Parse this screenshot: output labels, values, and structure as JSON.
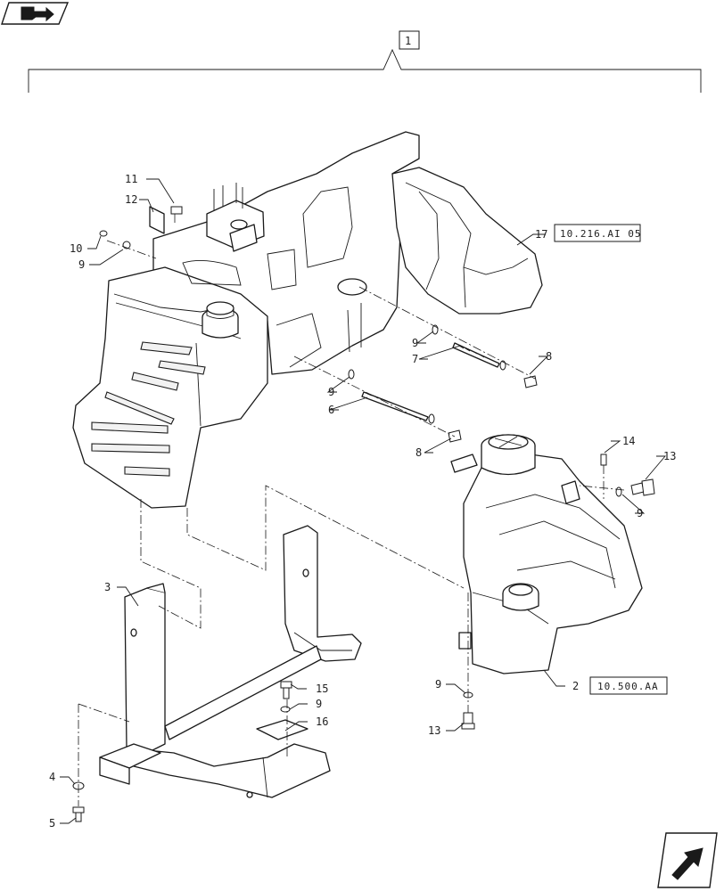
{
  "diagram": {
    "assembly_label": "1",
    "callouts": {
      "c2": "2",
      "c3": "3",
      "c4": "4",
      "c5": "5",
      "c6": "6",
      "c7": "7",
      "c8a": "8",
      "c8b": "8",
      "c9a": "9",
      "c9b": "9",
      "c9c": "9",
      "c9d": "9",
      "c9e": "9",
      "c9f": "9",
      "c10": "10",
      "c11": "11",
      "c12": "12",
      "c13a": "13",
      "c13b": "13",
      "c14": "14",
      "c15": "15",
      "c16": "16",
      "c17": "17"
    },
    "references": {
      "ref17": "10.216.AI 05",
      "ref2": "10.500.AA"
    }
  },
  "navigation": {
    "top_icon": "book-arrow-icon",
    "bottom_icon": "next-page-arrow-icon"
  }
}
